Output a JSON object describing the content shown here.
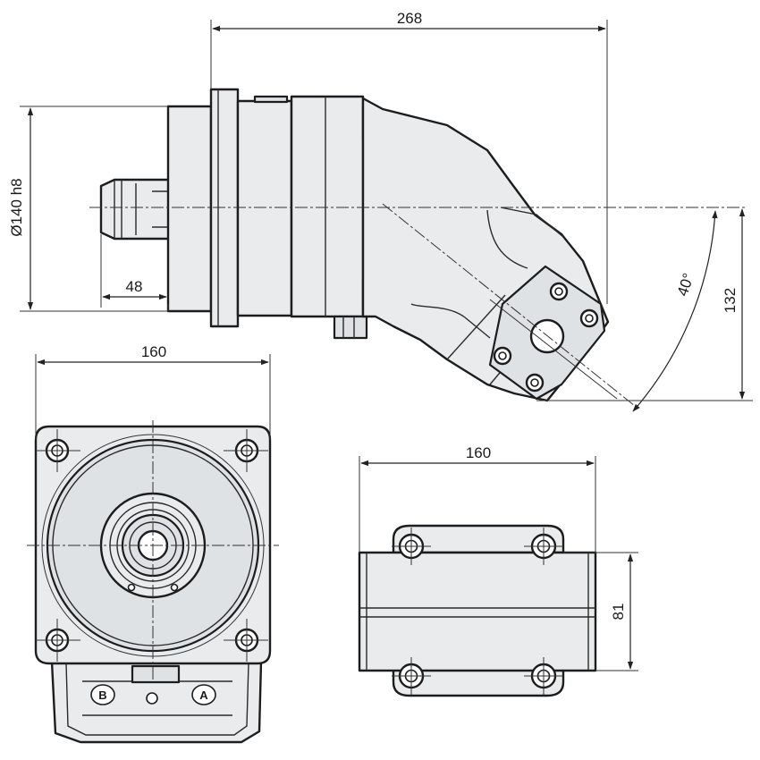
{
  "dimensions": {
    "overall_length": "268",
    "pilot_diameter": "Ø140 h8",
    "shaft_length": "48",
    "bend_angle": "40°",
    "port_offset": "132",
    "flange_width": "160",
    "port_block_width": "160",
    "port_block_height": "81"
  },
  "ports": {
    "port_b": "B",
    "port_a": "A"
  },
  "colors": {
    "body_fill": "#e9ebed",
    "line": "#1d1d1d",
    "background": "#ffffff"
  }
}
